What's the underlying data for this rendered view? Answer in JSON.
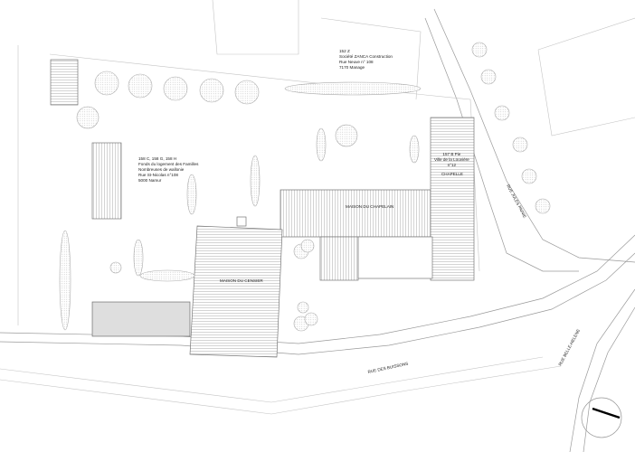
{
  "parcels": {
    "north": {
      "lines": [
        "152 Z",
        "Société ZANCA Construction",
        "Rue Neuve n° 108",
        "7170 Manage"
      ]
    },
    "west": {
      "lines": [
        "158 C, 158 G, 158 H",
        "Fonds du logement des Familles",
        "Nombreuses de wallonie",
        "Rue St-Nicolas n°108",
        "5000 Namur"
      ]
    },
    "east": {
      "lines": [
        "157 B Pie",
        "Ville de la Louvière",
        "n°12",
        "CHAPELLE"
      ]
    }
  },
  "buildings": {
    "chapelain": "MAISON DU CHAPELAIN",
    "censier": "MAISON DU CENSIER"
  },
  "streets": {
    "jules": "RUE JULES PAINIE",
    "buissons": "RUE DES BUISSONS",
    "belle_helene": "RUE BELLE-HELENE"
  },
  "colors": {
    "line": "#9a9a9a",
    "text": "#222222"
  }
}
